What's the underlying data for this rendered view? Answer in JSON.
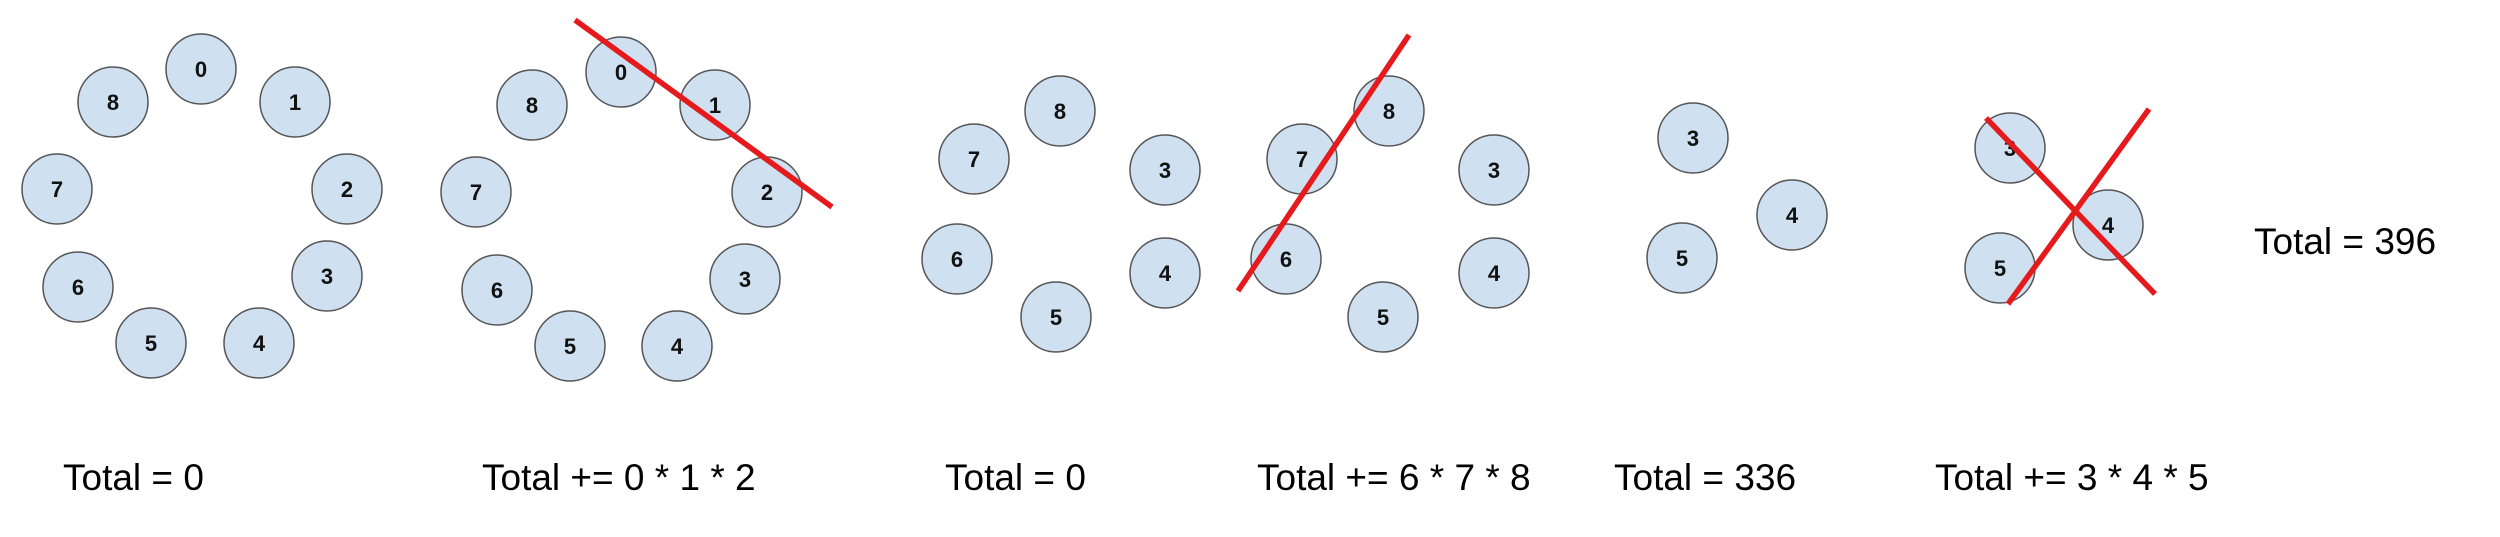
{
  "colors": {
    "node_fill": "#cfe0f1",
    "node_stroke": "#555555",
    "cut_line": "#e41a1c",
    "text": "#000000"
  },
  "panels": [
    {
      "id": "p1",
      "nodes": [
        "0",
        "1",
        "2",
        "3",
        "4",
        "5",
        "6",
        "7",
        "8"
      ],
      "caption": "Total = 0"
    },
    {
      "id": "p2",
      "nodes": [
        "0",
        "1",
        "2",
        "3",
        "4",
        "5",
        "6",
        "7",
        "8"
      ],
      "caption": "Total += 0 * 1 * 2"
    },
    {
      "id": "p3",
      "nodes": [
        "8",
        "3",
        "4",
        "5",
        "6",
        "7"
      ],
      "caption": "Total = 0"
    },
    {
      "id": "p4",
      "nodes": [
        "8",
        "3",
        "4",
        "5",
        "6",
        "7"
      ],
      "caption": "Total += 6 * 7 * 8"
    },
    {
      "id": "p5",
      "nodes": [
        "3",
        "4",
        "5"
      ],
      "caption": "Total = 336"
    },
    {
      "id": "p6",
      "nodes": [
        "3",
        "4",
        "5"
      ],
      "caption": "Total += 3 * 4 * 5"
    }
  ],
  "final_total": "Total = 396"
}
